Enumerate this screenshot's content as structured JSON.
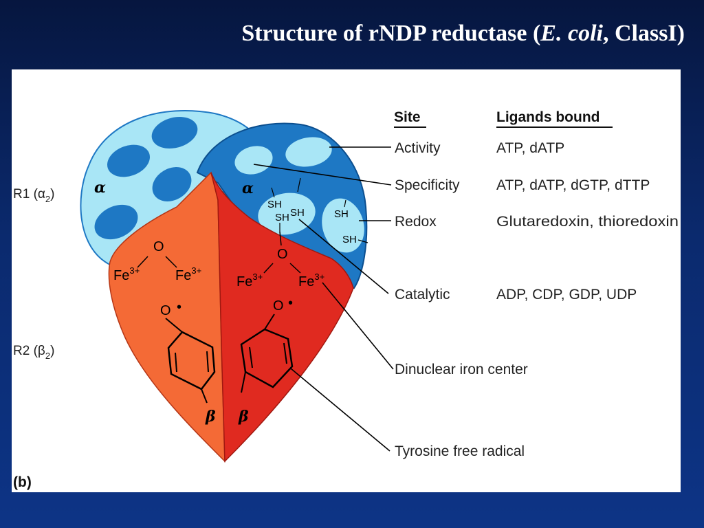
{
  "slide": {
    "title_main": "Structure of rNDP reductase (",
    "title_species": "E. coli",
    "title_tail": ", ClassI)"
  },
  "diagram": {
    "panel_label": "(b)",
    "subunits": {
      "r1": "R1 (α",
      "r1_sub": "2",
      "r1_close": ")",
      "r2": "R2 (β",
      "r2_sub": "2",
      "r2_close": ")"
    },
    "greek": {
      "alpha": "α",
      "beta": "β"
    },
    "chemistry": {
      "fe": "Fe",
      "fe_charge": "3+",
      "oxygen": "O",
      "radical": "•",
      "thiol": "SH"
    },
    "table": {
      "header_site": "Site",
      "header_ligands": "Ligands bound",
      "rows": [
        {
          "site": "Activity",
          "ligands": "ATP, dATP"
        },
        {
          "site": "Specificity",
          "ligands": "ATP, dATP, dGTP, dTTP"
        },
        {
          "site": "Redox",
          "ligands": "Glutaredoxin, thioredoxin"
        },
        {
          "site": "Catalytic",
          "ligands": "ADP, CDP, GDP, UDP"
        },
        {
          "site": "Dinuclear iron center",
          "ligands": ""
        },
        {
          "site": "Tyrosine free radical",
          "ligands": ""
        }
      ]
    },
    "colors": {
      "alpha_light": "#a9e6f6",
      "alpha_dark": "#1e78c4",
      "beta_orange": "#f46a36",
      "beta_red": "#e02a20"
    }
  }
}
